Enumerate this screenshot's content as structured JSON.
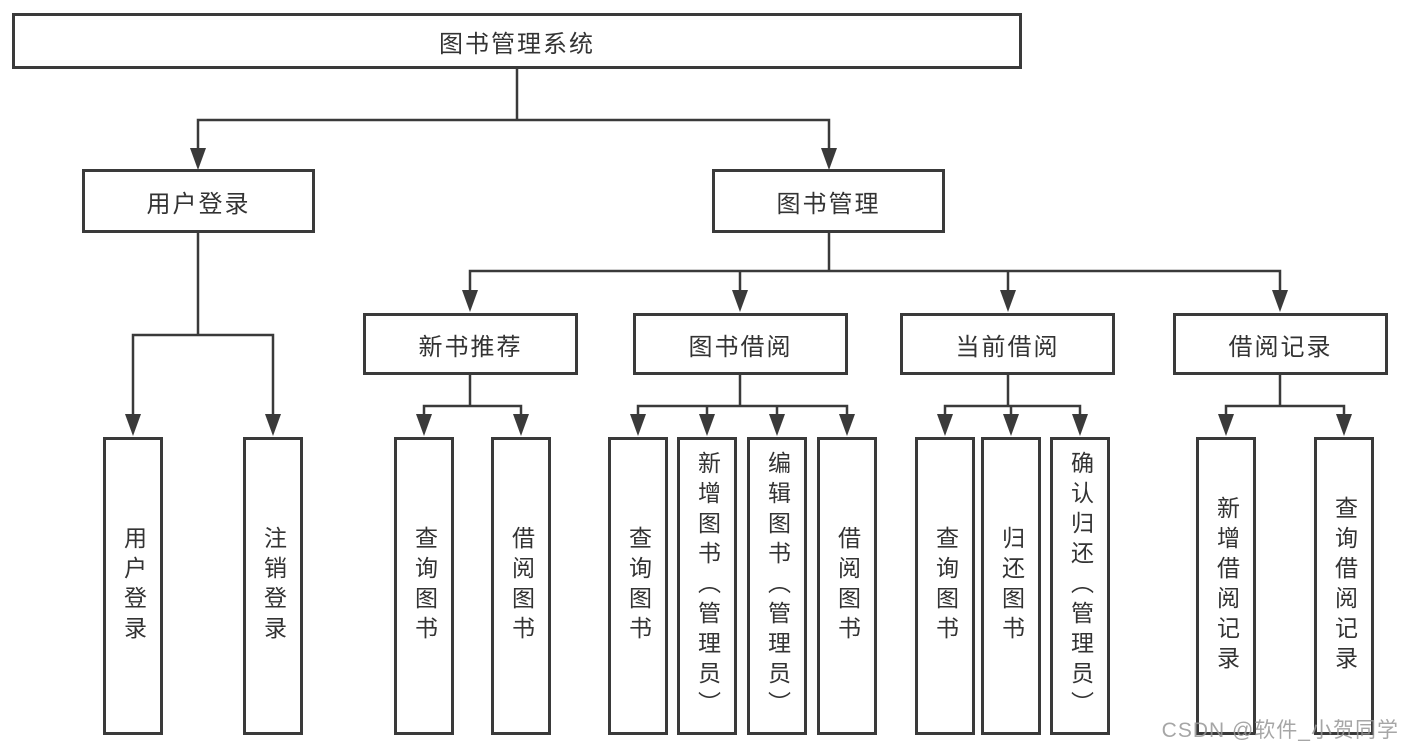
{
  "tree": {
    "root": {
      "label": "图书管理系统"
    },
    "branches": [
      {
        "label": "用户登录",
        "children": [
          {
            "label": "用户登录"
          },
          {
            "label": "注销登录"
          }
        ]
      },
      {
        "label": "图书管理",
        "children": [
          {
            "label": "新书推荐",
            "children": [
              {
                "label": "查询图书"
              },
              {
                "label": "借阅图书"
              }
            ]
          },
          {
            "label": "图书借阅",
            "children": [
              {
                "label": "查询图书"
              },
              {
                "label": "新增图书（管理员）"
              },
              {
                "label": "编辑图书（管理员）"
              },
              {
                "label": "借阅图书"
              }
            ]
          },
          {
            "label": "当前借阅",
            "children": [
              {
                "label": "查询图书"
              },
              {
                "label": "归还图书"
              },
              {
                "label": "确认归还（管理员）"
              }
            ]
          },
          {
            "label": "借阅记录",
            "children": [
              {
                "label": "新增借阅记录"
              },
              {
                "label": "查询借阅记录"
              }
            ]
          }
        ]
      }
    ]
  },
  "watermark": {
    "text": "CSDN @软件_小贺同学"
  },
  "colors": {
    "line": "#3a3a3a",
    "text": "#333333",
    "background": "#ffffff",
    "watermark": "#969696"
  }
}
